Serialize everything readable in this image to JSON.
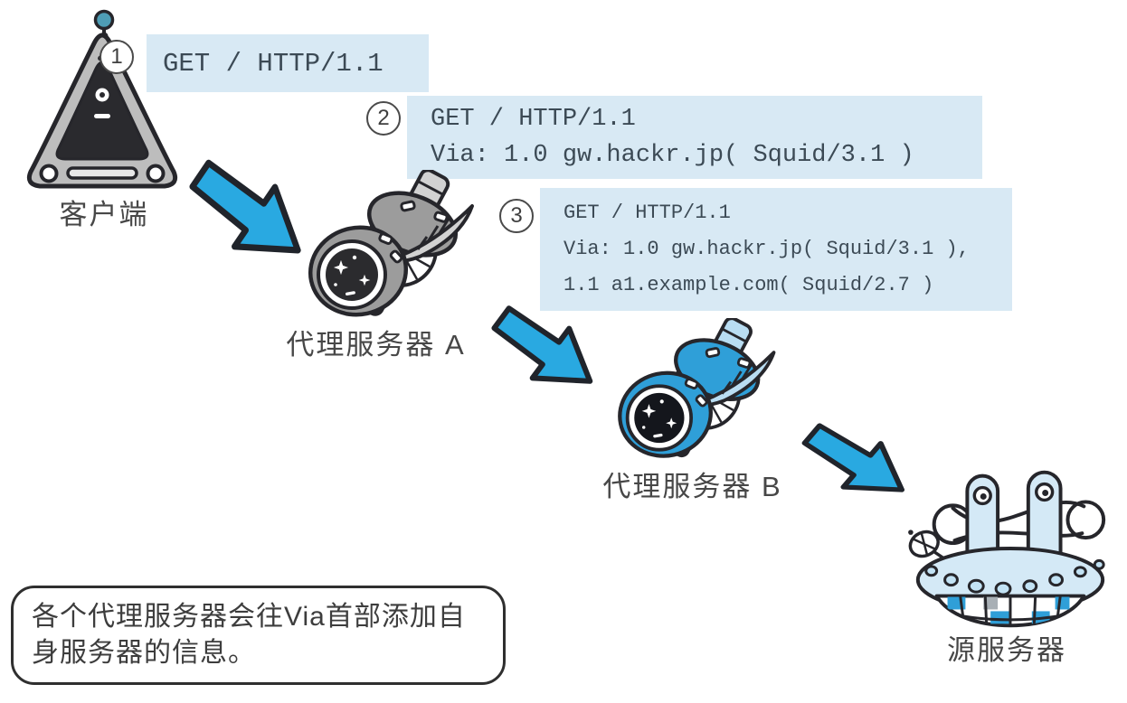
{
  "diagram": {
    "title_semantic": "Via header proxy chain diagram",
    "nodes": {
      "client": {
        "label": "客户端",
        "icon": "client-computer-icon"
      },
      "proxy_a": {
        "label": "代理服务器 A",
        "icon": "satellite-icon"
      },
      "proxy_b": {
        "label": "代理服务器 B",
        "icon": "satellite-icon"
      },
      "origin": {
        "label": "源服务器",
        "icon": "ufo-server-icon"
      }
    },
    "steps": [
      {
        "number": "1",
        "lines": [
          "GET / HTTP/1.1"
        ]
      },
      {
        "number": "2",
        "lines": [
          "GET / HTTP/1.1",
          "Via: 1.0 gw.hackr.jp( Squid/3.1 )"
        ]
      },
      {
        "number": "3",
        "lines": [
          "GET / HTTP/1.1",
          "Via: 1.0 gw.hackr.jp( Squid/3.1 ),",
          "1.1 a1.example.com( Squid/2.7 )"
        ]
      }
    ],
    "note": {
      "lines": [
        "各个代理服务器会往Via首部添加自",
        "身服务器的信息。"
      ]
    },
    "arrows": [
      {
        "name": "client-to-proxy-a",
        "direction": "down-right"
      },
      {
        "name": "proxy-a-to-proxy-b",
        "direction": "down-right"
      },
      {
        "name": "proxy-b-to-origin",
        "direction": "down-right"
      }
    ],
    "colors": {
      "code_block_bg": "#D8E9F4",
      "code_text": "#3C4A55",
      "arrow_blue": "#29A9E1",
      "outline_dark": "#26262B",
      "proxy_b_blue": "#2F9FD8",
      "panel_light_blue": "#B9DDF2",
      "gray_body": "#9C9C9C",
      "ufo_body_blue": "#D4E9F6",
      "label_text": "#474747"
    }
  }
}
